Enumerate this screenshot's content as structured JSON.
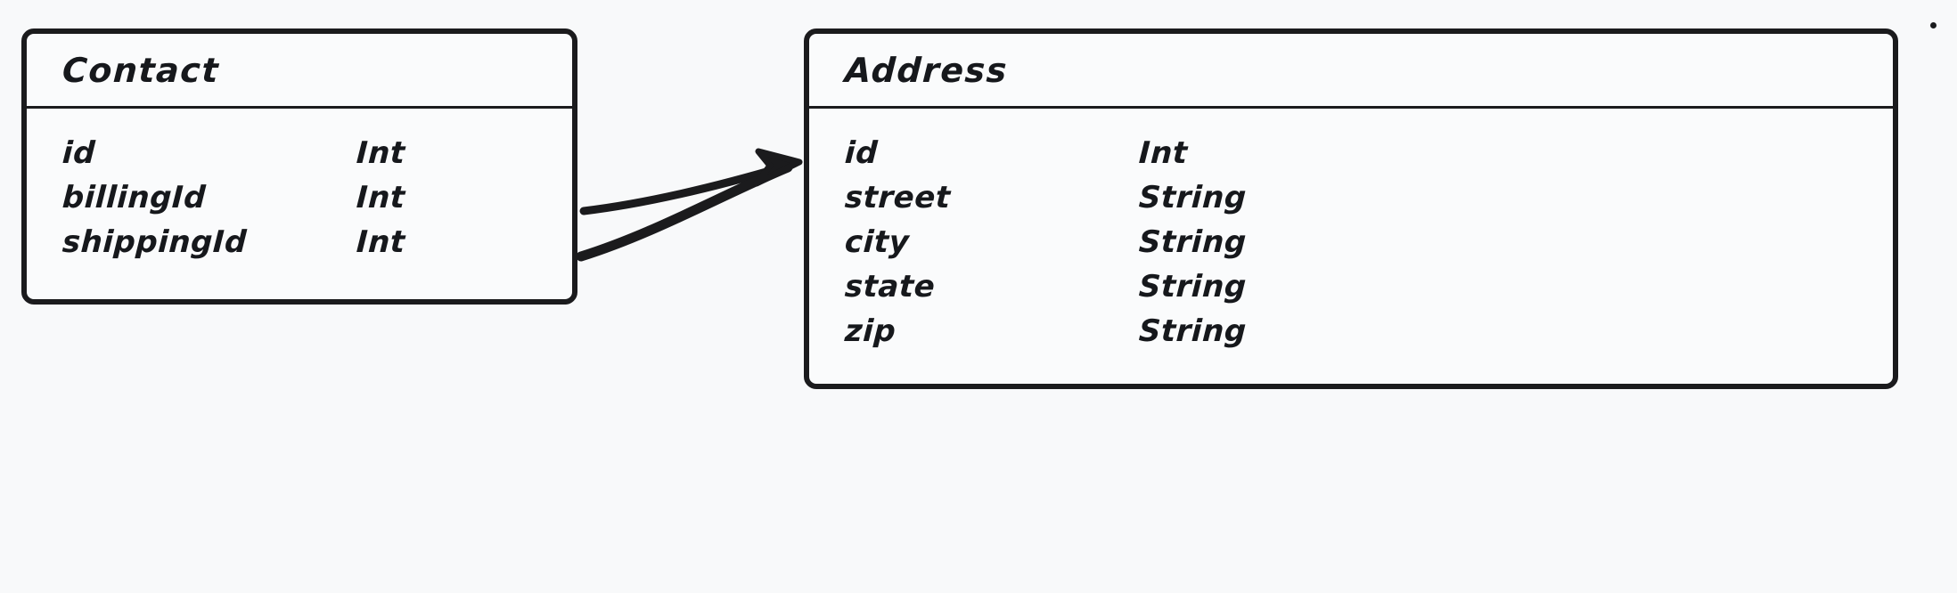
{
  "diagram": {
    "type": "entity-relationship-diagram",
    "background_color": "#f8f9fa",
    "stroke_color": "#1b1b1d",
    "text_color": "#16181c",
    "entities": [
      {
        "name": "Contact",
        "fields": [
          {
            "name": "id",
            "type": "Int"
          },
          {
            "name": "billingId",
            "type": "Int"
          },
          {
            "name": "shippingId",
            "type": "Int"
          }
        ]
      },
      {
        "name": "Address",
        "fields": [
          {
            "name": "id",
            "type": "Int"
          },
          {
            "name": "street",
            "type": "String"
          },
          {
            "name": "city",
            "type": "String"
          },
          {
            "name": "state",
            "type": "String"
          },
          {
            "name": "zip",
            "type": "String"
          }
        ]
      }
    ],
    "relationships": [
      {
        "from": "Contact.billingId",
        "to": "Address",
        "label": "",
        "arrow": "single-head"
      },
      {
        "from": "Contact.shippingId",
        "to": "Address",
        "label": "",
        "arrow": "single-head"
      }
    ]
  }
}
